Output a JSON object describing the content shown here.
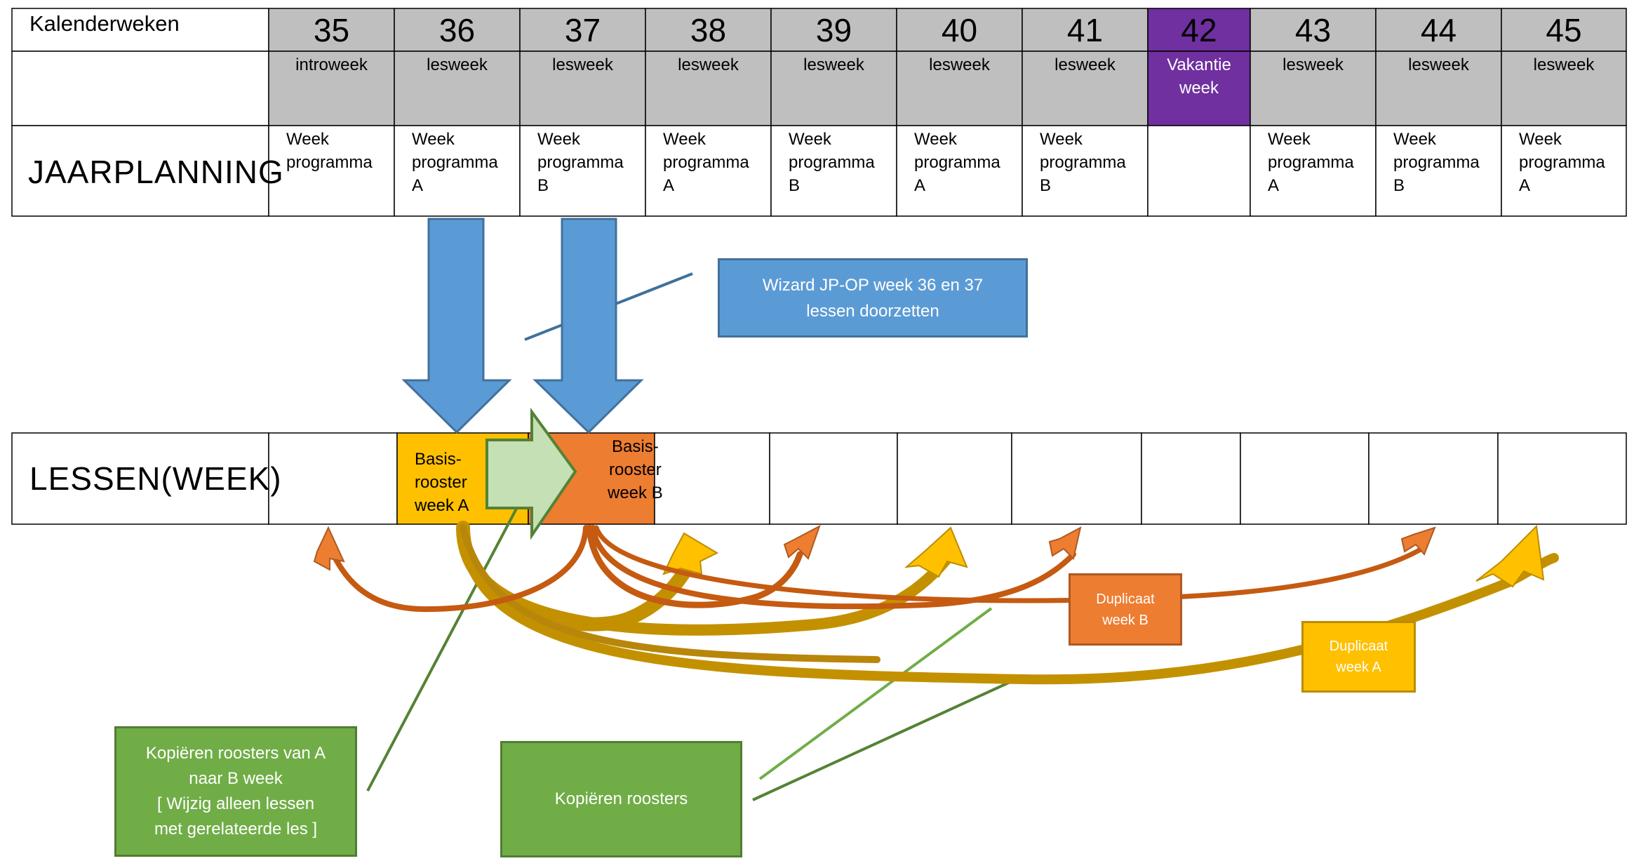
{
  "header_label": "Kalenderweken",
  "jaarplanning_label": "JAARPLANNING",
  "lessen_label": "LESSEN(WEEK)",
  "weeks": [
    {
      "num": "35",
      "type": "introweek",
      "program": "Week\nprogramma"
    },
    {
      "num": "36",
      "type": "lesweek",
      "program": "Week\nprogramma\nA"
    },
    {
      "num": "37",
      "type": "lesweek",
      "program": "Week\nprogramma\nB"
    },
    {
      "num": "38",
      "type": "lesweek",
      "program": "Week\nprogramma\nA"
    },
    {
      "num": "39",
      "type": "lesweek",
      "program": "Week\nprogramma\nB"
    },
    {
      "num": "40",
      "type": "lesweek",
      "program": "Week\nprogramma\nA"
    },
    {
      "num": "41",
      "type": "lesweek",
      "program": "Week\nprogramma\nB"
    },
    {
      "num": "42",
      "type": "Vakantie\nweek",
      "program": "",
      "holiday": true
    },
    {
      "num": "43",
      "type": "lesweek",
      "program": "Week\nprogramma\nA"
    },
    {
      "num": "44",
      "type": "lesweek",
      "program": "Week\nprogramma\nB"
    },
    {
      "num": "45",
      "type": "lesweek",
      "program": "Week\nprogramma\nA"
    }
  ],
  "basis_a": "Basis-\nrooster\nweek A",
  "basis_b": "Basis-\nrooster\nweek B",
  "wizard": "Wizard JP-OP week 36 en 37\nlessen  doorzetten",
  "duplicaat_b": "Duplicaat\nweek B",
  "duplicaat_a": "Duplicaat\nweek A",
  "kopieren_ab": "Kopiëren  roosters van A\nnaar B week\n[ Wijzig alleen lessen\nmet gerelateerde  les ]",
  "kopieren": "Kopiëren  roosters",
  "colors": {
    "header_bg": "#BFBFBF",
    "holiday_bg": "#7030A0",
    "blue_arrow": "#5B9BD5",
    "orange": "#ED7D31",
    "yellow": "#FFC000",
    "green": "#70AD47",
    "light_green": "#C5E0B4"
  }
}
